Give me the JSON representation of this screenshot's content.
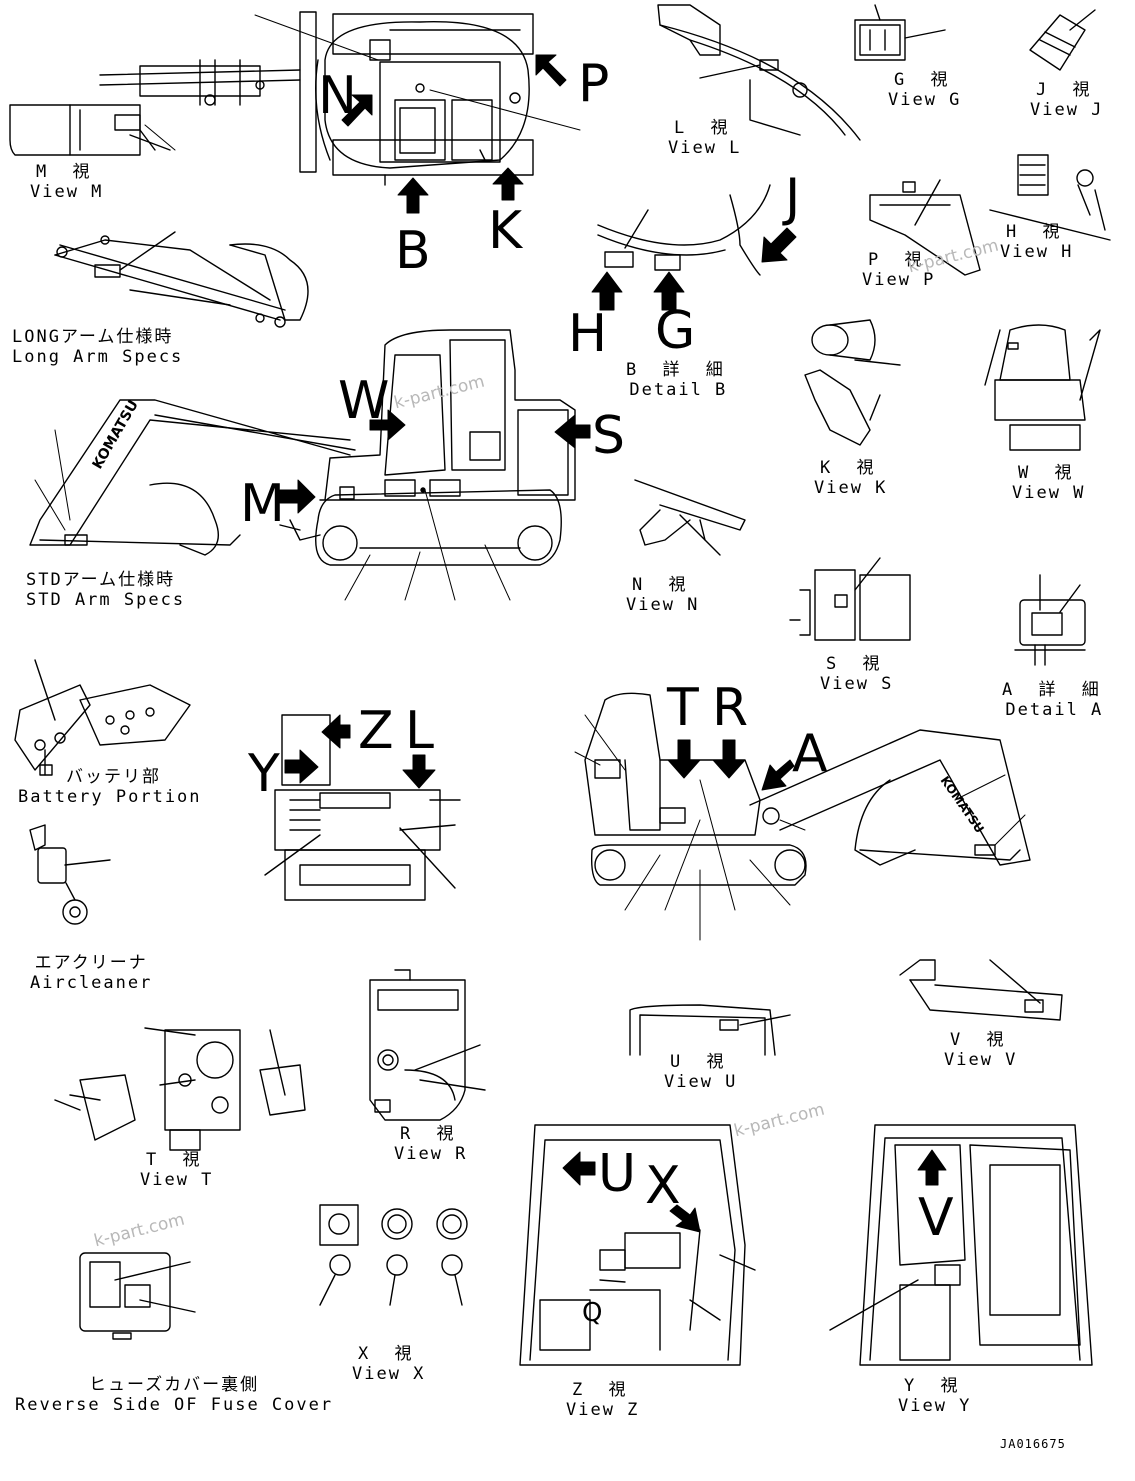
{
  "drawing_code": "JA016675",
  "watermark": "k-part.com",
  "views": {
    "m": {
      "jp": "M 視",
      "en": "View M"
    },
    "l": {
      "jp": "L 視",
      "en": "View L"
    },
    "g": {
      "jp": "G 視",
      "en": "View G"
    },
    "j": {
      "jp": "J 視",
      "en": "View J"
    },
    "h": {
      "jp": "H 視",
      "en": "View H"
    },
    "p": {
      "jp": "P 視",
      "en": "View P"
    },
    "b": {
      "jp": "B 詳 細",
      "en": "Detail B"
    },
    "k": {
      "jp": "K 視",
      "en": "View K"
    },
    "w": {
      "jp": "W 視",
      "en": "View W"
    },
    "n": {
      "jp": "N 視",
      "en": "View N"
    },
    "s": {
      "jp": "S 視",
      "en": "View S"
    },
    "a": {
      "jp": "A 詳 細",
      "en": "Detail A"
    },
    "long_arm": {
      "jp": "LONGアーム仕様時",
      "en": "Long Arm Specs"
    },
    "std_arm": {
      "jp": "STDアーム仕様時",
      "en": "STD Arm Specs"
    },
    "battery": {
      "jp": "バッテリ部",
      "en": "Battery Portion"
    },
    "aircleaner": {
      "jp": "エアクリーナ",
      "en": "Aircleaner"
    },
    "t": {
      "jp": "T 視",
      "en": "View T"
    },
    "r": {
      "jp": "R 視",
      "en": "View R"
    },
    "u": {
      "jp": "U 視",
      "en": "View U"
    },
    "v": {
      "jp": "V 視",
      "en": "View V"
    },
    "fuse": {
      "jp": "ヒューズカバー裏側",
      "en": "Reverse Side OF Fuse Cover"
    },
    "x": {
      "jp": "X 視",
      "en": "View X"
    },
    "z": {
      "jp": "Z 視",
      "en": "View Z"
    },
    "y": {
      "jp": "Y 視",
      "en": "View Y"
    }
  },
  "direction_letters": {
    "n": "N",
    "p": "P",
    "b": "B",
    "k": "K",
    "j": "J",
    "h": "H",
    "g": "G",
    "w": "W",
    "s": "S",
    "m": "M",
    "t": "T",
    "r": "R",
    "a": "A",
    "z": "Z",
    "l": "L",
    "y": "Y",
    "u": "U",
    "x": "X",
    "v": "V",
    "q": "Q"
  },
  "brand_text": "KOMATSU"
}
